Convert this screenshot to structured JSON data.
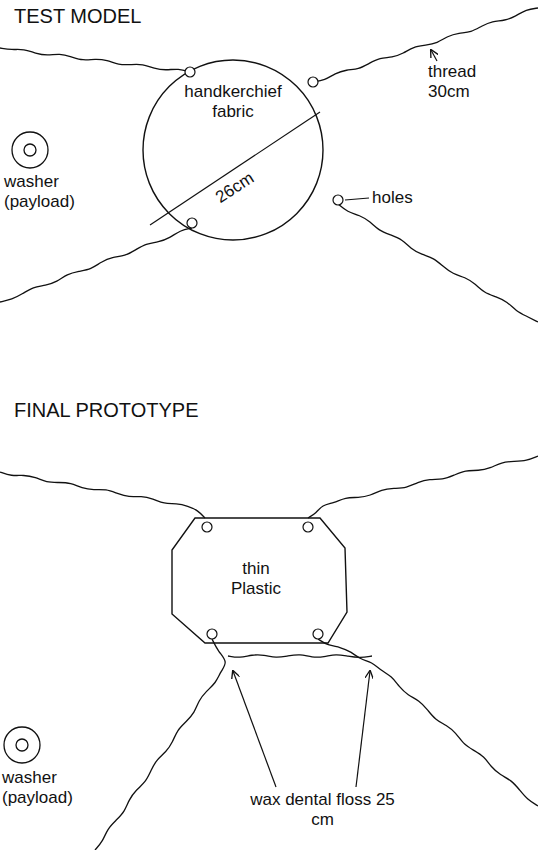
{
  "diagram": {
    "nodes": [
      {
        "text": [
          "handkerchief fabric",
          "26cm"
        ]
      },
      {
        "text": [
          "thin Plastic"
        ]
      }
    ],
    "labels": [
      "TEST MODEL",
      "thread 30cm",
      "washer (payload)",
      "holes",
      "FINAL PROTOTYPE",
      "washer (payload)",
      "wax dental floss 25 cm"
    ]
  }
}
